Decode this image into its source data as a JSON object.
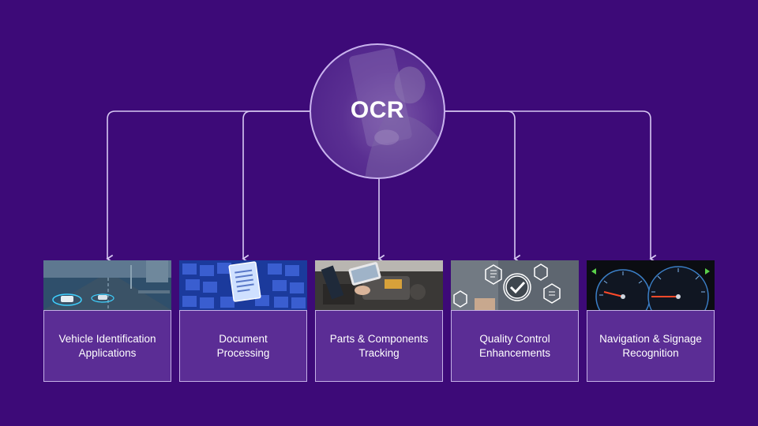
{
  "hub": {
    "label": "OCR"
  },
  "cards": [
    {
      "line1": "Vehicle Identification",
      "line2": "Applications"
    },
    {
      "line1": "Document",
      "line2": "Processing"
    },
    {
      "line1": "Parts & Components",
      "line2": "Tracking"
    },
    {
      "line1": "Quality Control",
      "line2": "Enhancements"
    },
    {
      "line1": "Navigation & Signage",
      "line2": "Recognition"
    }
  ],
  "colors": {
    "background": "#3d0a78",
    "card_fill": "#5b2d95",
    "connector": "#d7c8f2"
  }
}
